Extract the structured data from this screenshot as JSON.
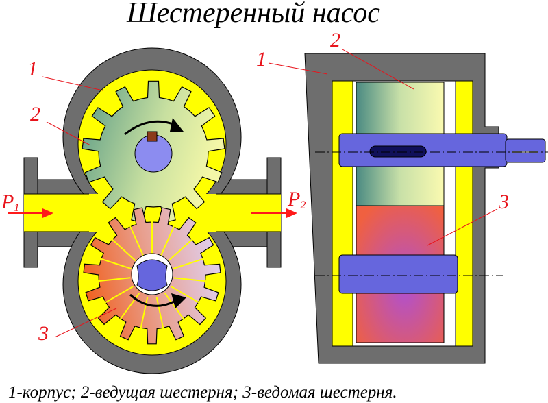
{
  "title": "Шестеренный насос",
  "labels": {
    "housing": "1",
    "drive_gear": "2",
    "driven_gear": "3",
    "p_in": "P",
    "p_in_sub": "1",
    "p_out": "P",
    "p_out_sub": "2"
  },
  "caption": "1-корпус; 2-ведущая шестерня; 3-ведомая шестерня.",
  "colors": {
    "housing": "#6e6e6e",
    "fluid": "#ffff00",
    "shaft": "#6666dd",
    "label": "#e8141c",
    "arrow": "#ff1a1a"
  }
}
